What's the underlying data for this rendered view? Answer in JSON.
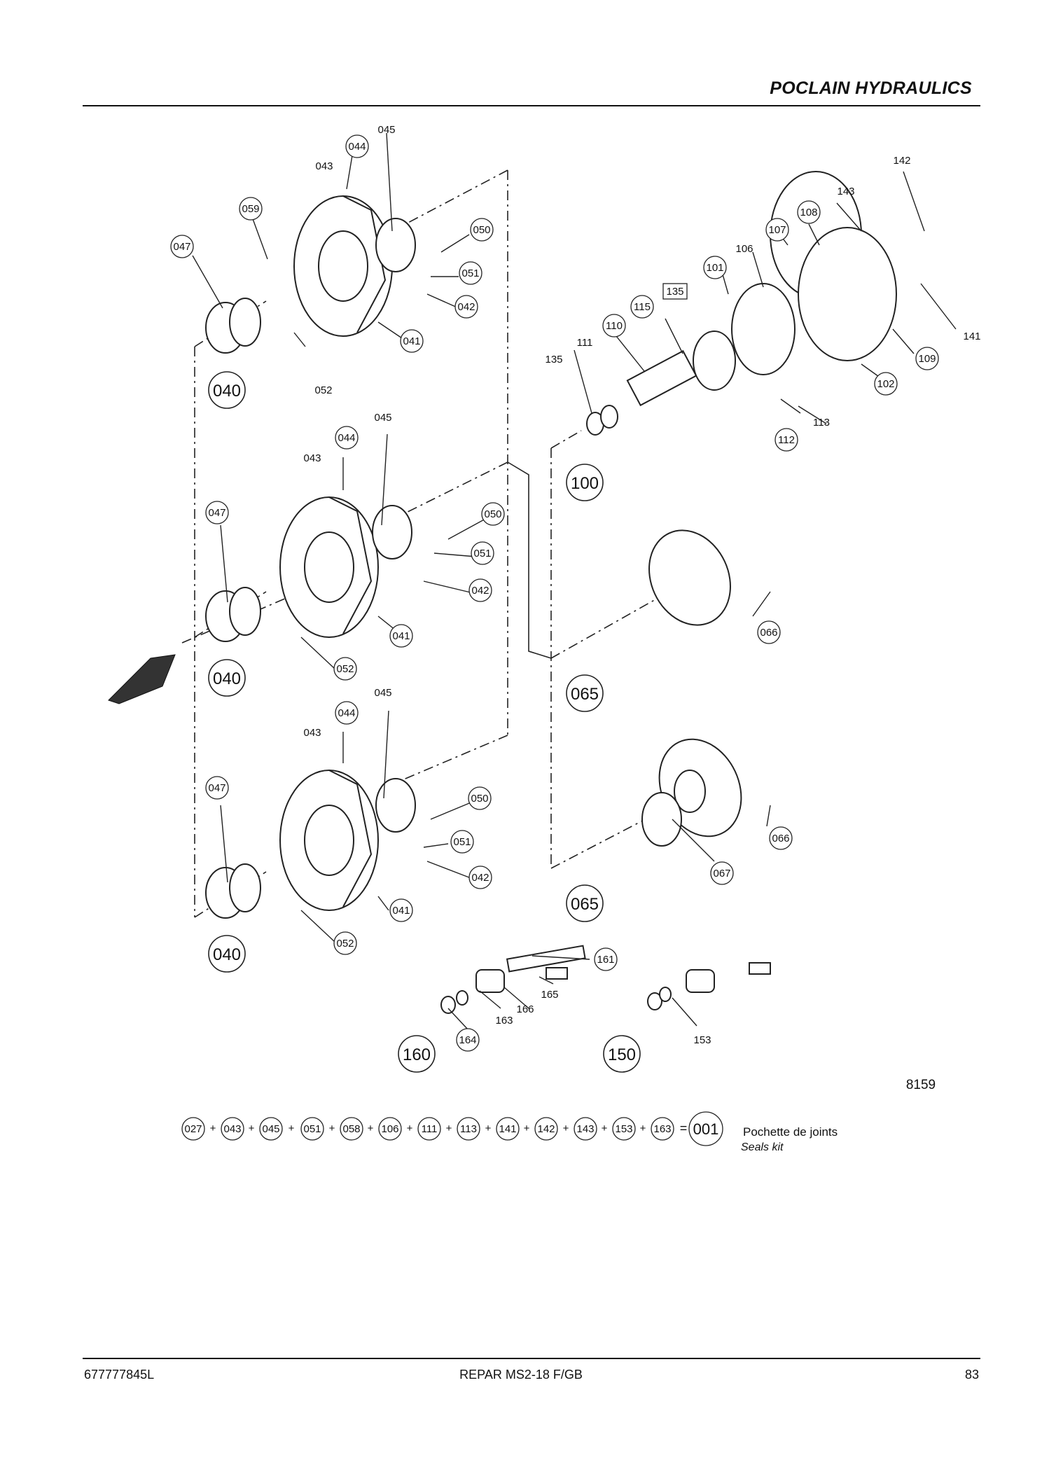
{
  "header": {
    "brand": "POCLAIN HYDRAULICS"
  },
  "drawing": {
    "number": "8159",
    "callouts_circled_large": [
      "040",
      "040",
      "040",
      "100",
      "065",
      "065",
      "160",
      "150"
    ],
    "callouts_circled_small": [
      "044",
      "059",
      "047",
      "050",
      "051",
      "042",
      "041",
      "044",
      "047",
      "050",
      "051",
      "042",
      "041",
      "052",
      "044",
      "047",
      "050",
      "051",
      "042",
      "041",
      "052",
      "107",
      "108",
      "101",
      "115",
      "110",
      "102",
      "109",
      "112",
      "066",
      "066",
      "067",
      "161",
      "164"
    ],
    "callouts_plain": [
      "045",
      "043",
      "052",
      "045",
      "043",
      "045",
      "043",
      "142",
      "143",
      "106",
      "111",
      "135",
      "141",
      "113",
      "165",
      "166",
      "163",
      "153"
    ],
    "callouts_boxed": [
      "135"
    ]
  },
  "seals_kit": {
    "items": [
      "027",
      "043",
      "045",
      "051",
      "058",
      "106",
      "111",
      "113",
      "141",
      "142",
      "143",
      "153",
      "163"
    ],
    "result": "001",
    "label_fr": "Pochette de joints",
    "label_en": "Seals kit"
  },
  "footer": {
    "doc_number": "677777845L",
    "title": "REPAR MS2-18 F/GB",
    "page": "83"
  }
}
